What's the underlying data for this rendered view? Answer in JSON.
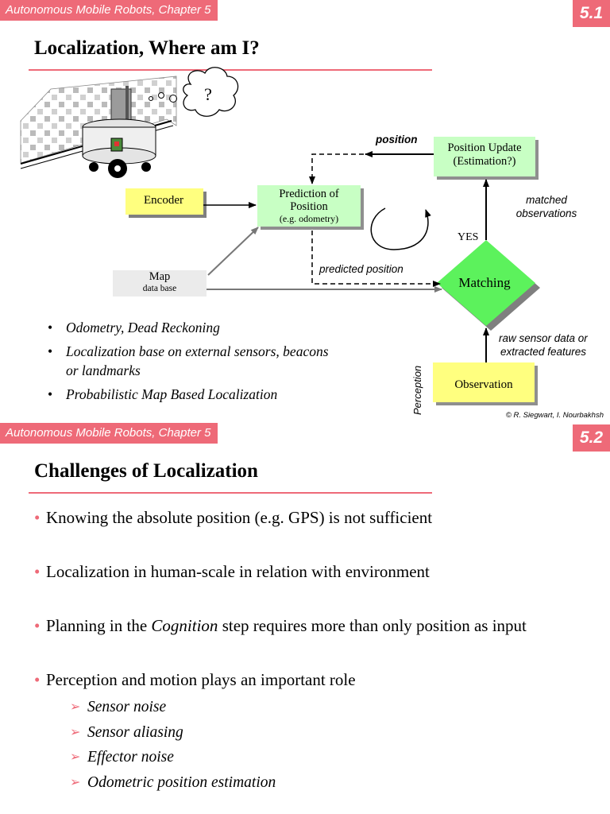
{
  "slide1": {
    "chapter": "Autonomous Mobile Robots, Chapter 5",
    "number": "5.1",
    "title": "Localization, Where am I?",
    "bullets": [
      "Odometry, Dead Reckoning",
      "Localization base on external sensors, beacons or landmarks",
      "Probabilistic Map Based Localization"
    ],
    "diagram": {
      "thought_bubble": "?",
      "encoder": "Encoder",
      "prediction": [
        "Prediction of",
        "Position"
      ],
      "prediction_sub": "(e.g. odometry)",
      "position_update": [
        "Position Update",
        "(Estimation?)"
      ],
      "position_label": "position",
      "matched_observations": [
        "matched",
        "observations"
      ],
      "yes": "YES",
      "map": "Map",
      "map_sub": "data base",
      "predicted_position": "predicted position",
      "matching": "Matching",
      "raw_sensor": [
        "raw sensor data or",
        "extracted features"
      ],
      "observation": "Observation",
      "perception": "Perception",
      "copyright": "© R. Siegwart, I. Nourbakhsh"
    },
    "colors": {
      "accent": "#ee6a78",
      "yellow_box": "#ffff7f",
      "green_box": "#c8ffc4",
      "matching": "#5cf25c",
      "map_box": "#ebebeb"
    }
  },
  "slide2": {
    "chapter": "Autonomous Mobile Robots, Chapter 5",
    "number": "5.2",
    "title": "Challenges of Localization",
    "bullets": [
      "Knowing the absolute position (e.g. GPS) is not sufficient",
      "Localization in human-scale in relation with environment"
    ],
    "bullet3": {
      "before": "Planning in the ",
      "emph": "Cognition",
      "after": " step requires more than only position as input"
    },
    "bullet4": "Perception and motion plays an important role",
    "sub_bullets": [
      "Sensor noise",
      "Sensor aliasing",
      "Effector noise",
      "Odometric position estimation"
    ]
  }
}
